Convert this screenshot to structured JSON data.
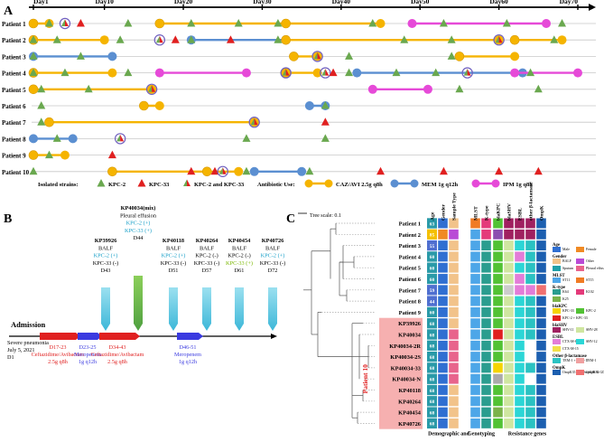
{
  "panels": {
    "a": "A",
    "b": "B",
    "c": "C"
  },
  "panel_a": {
    "days": [
      "Day1",
      "Day10",
      "Day20",
      "Day30",
      "Day40",
      "Day50",
      "Day60",
      "Day70"
    ],
    "patients": [
      "Patient 1",
      "Patient 2",
      "Patient 3",
      "Patient 4",
      "Patient 5",
      "Patient 6",
      "Patient 7",
      "Patient 8",
      "Patient 9",
      "Patient 10"
    ],
    "legend": {
      "strains_title": "Isolated strains:",
      "kpc2": "KPC-2",
      "kpc33": "KPC-33",
      "both": "KPC-2 and KPC-33",
      "abx_title": "Antibiotic Use:",
      "caz": "CAZ/AVI 2.5g q8h",
      "mem": "MEM 1g q12h",
      "ipm": "IPM 1g q8h"
    },
    "colors": {
      "kpc2": "#6aa84f",
      "kpc33": "#e02020",
      "caz": "#f5b400",
      "mem": "#5b8fd1",
      "ipm": "#e64ad8"
    },
    "rows": [
      {
        "bars": [
          [
            "caz",
            1,
            3
          ],
          [
            "caz",
            17,
            33
          ],
          [
            "caz",
            33,
            45
          ],
          [
            "ipm",
            49,
            66
          ]
        ],
        "markers": [
          [
            "kpc2",
            3
          ],
          [
            "both",
            5
          ],
          [
            "kpc33",
            7
          ],
          [
            "kpc2",
            13
          ],
          [
            "kpc2",
            21
          ],
          [
            "kpc2",
            27
          ],
          [
            "kpc2",
            32
          ],
          [
            "kpc2",
            44
          ],
          [
            "kpc2",
            53
          ],
          [
            "kpc2",
            61
          ],
          [
            "kpc2",
            68
          ]
        ]
      },
      {
        "bars": [
          [
            "caz",
            1,
            10
          ],
          [
            "mem",
            21,
            33
          ],
          [
            "caz",
            33,
            60
          ],
          [
            "caz",
            62,
            68
          ]
        ],
        "markers": [
          [
            "kpc2",
            1
          ],
          [
            "kpc2",
            4
          ],
          [
            "kpc2",
            12
          ],
          [
            "both",
            17
          ],
          [
            "kpc2",
            21
          ],
          [
            "kpc33",
            19
          ],
          [
            "kpc33",
            26
          ],
          [
            "kpc2",
            32
          ],
          [
            "kpc2",
            48
          ],
          [
            "kpc2",
            54
          ],
          [
            "both",
            60
          ],
          [
            "kpc2",
            67
          ]
        ]
      },
      {
        "bars": [
          [
            "mem",
            1,
            11
          ],
          [
            "caz",
            34,
            37
          ],
          [
            "caz",
            55,
            62
          ]
        ],
        "markers": [
          [
            "kpc2",
            1
          ],
          [
            "kpc2",
            7
          ],
          [
            "both",
            37
          ],
          [
            "kpc2",
            41
          ],
          [
            "kpc2",
            54
          ]
        ]
      },
      {
        "bars": [
          [
            "caz",
            1,
            11
          ],
          [
            "ipm",
            17,
            28
          ],
          [
            "caz",
            33,
            37
          ],
          [
            "mem",
            42,
            63
          ],
          [
            "ipm",
            62,
            70
          ]
        ],
        "markers": [
          [
            "kpc2",
            1
          ],
          [
            "kpc2",
            5
          ],
          [
            "kpc2",
            13
          ],
          [
            "both",
            33
          ],
          [
            "both",
            38
          ],
          [
            "kpc33",
            39
          ],
          [
            "kpc2",
            41
          ],
          [
            "kpc2",
            47
          ],
          [
            "kpc2",
            52
          ],
          [
            "both",
            56
          ],
          [
            "kpc2",
            64
          ]
        ]
      },
      {
        "bars": [
          [
            "caz",
            1,
            16
          ],
          [
            "ipm",
            44,
            51
          ]
        ],
        "markers": [
          [
            "kpc2",
            2
          ],
          [
            "kpc2",
            8
          ],
          [
            "both",
            16
          ],
          [
            "kpc2",
            55
          ],
          [
            "kpc2",
            65
          ]
        ]
      },
      {
        "bars": [
          [
            "caz",
            15,
            17
          ],
          [
            "mem",
            36,
            38
          ]
        ],
        "markers": [
          [
            "kpc2",
            2
          ],
          [
            "kpc2",
            38
          ]
        ]
      },
      {
        "bars": [
          [
            "caz",
            3,
            29
          ]
        ],
        "markers": [
          [
            "kpc2",
            2
          ],
          [
            "both",
            29
          ],
          [
            "kpc33",
            38
          ]
        ]
      },
      {
        "bars": [
          [
            "mem",
            1,
            6
          ]
        ],
        "markers": [
          [
            "kpc2",
            4
          ],
          [
            "both",
            12
          ],
          [
            "kpc2",
            28
          ],
          [
            "kpc2",
            38
          ]
        ]
      },
      {
        "bars": [
          [
            "caz",
            1,
            5
          ]
        ],
        "markers": [
          [
            "kpc2",
            3
          ],
          [
            "kpc33",
            11
          ]
        ]
      },
      {
        "bars": [
          [
            "caz",
            11,
            23
          ],
          [
            "caz",
            23,
            27
          ],
          [
            "mem",
            29,
            35
          ]
        ],
        "markers": [
          [
            "kpc2",
            1
          ],
          [
            "kpc33",
            21
          ],
          [
            "kpc33",
            24
          ],
          [
            "both",
            25
          ],
          [
            "kpc2",
            28
          ],
          [
            "kpc2",
            36
          ],
          [
            "kpc33",
            45
          ],
          [
            "kpc33",
            53
          ],
          [
            "kpc33",
            60
          ],
          [
            "kpc33",
            65
          ]
        ]
      }
    ]
  },
  "panel_b": {
    "admission_title": "Admission",
    "admission_lines": [
      "Severe pneumonia",
      "July 5, 2021",
      "D1"
    ],
    "isolates": [
      {
        "name": "KP39926",
        "source": "BALF",
        "kpc2": "KPC-2 (+)",
        "kpc33": "KPC-33 (-)",
        "day": "D43"
      },
      {
        "name": "KP40034(mix)",
        "source": "Pleural effusion",
        "kpc2": "KPC-2 (+)",
        "kpc33": "KPC-33 (+)",
        "day": "D44"
      },
      {
        "name": "KP40118",
        "source": "BALF",
        "kpc2": "KPC-2 (+)",
        "kpc33": "KPC-33 (-)",
        "day": "D51"
      },
      {
        "name": "KP40264",
        "source": "BALF",
        "kpc2": "KPC-2 (-)",
        "kpc33": "KPC-33 (-)",
        "day": "D57"
      },
      {
        "name": "KP40454",
        "source": "BALF",
        "kpc2": "KPC-2 (-)",
        "kpc33": "KPC-33 (+)",
        "day": "D61"
      },
      {
        "name": "KP40726",
        "source": "BALF",
        "kpc2": "KPC-2 (+)",
        "kpc33": "KPC-33 (-)",
        "day": "D72"
      }
    ],
    "treatments": [
      {
        "days": "D17-23",
        "drug": "Ceftazidime/Avibactam",
        "dose": "2.5g q8h"
      },
      {
        "days": "D23-25",
        "drug": "Meropenem",
        "dose": "1g q12h"
      },
      {
        "days": "D34-43",
        "drug": "Ceftazidime/Avibactam",
        "dose": "2.5g q8h"
      },
      {
        "days": "D46-51",
        "drug": "Meropenem",
        "dose": "1g q12h"
      }
    ]
  },
  "panel_c": {
    "tree_scale": "Tree scale: 0.1",
    "col_headers": [
      "Age",
      "Gender",
      "Sample Type",
      "MLST",
      "K-type",
      "blaKPC",
      "blaSHV",
      "ESBL",
      "other β-lactamase",
      "OmpK"
    ],
    "rows": [
      {
        "label": "Patient 1",
        "age": "63"
      },
      {
        "label": "Patient 2",
        "age": "85"
      },
      {
        "label": "Patient 3",
        "age": "55"
      },
      {
        "label": "Patient 4",
        "age": "60"
      },
      {
        "label": "Patient 5",
        "age": "60"
      },
      {
        "label": "Patient 6",
        "age": "60"
      },
      {
        "label": "Patient 7",
        "age": "59"
      },
      {
        "label": "Patient 8",
        "age": "44"
      },
      {
        "label": "Patient 9",
        "age": "60"
      },
      {
        "label": "KP39926",
        "age": "68"
      },
      {
        "label": "KP40034",
        "age": "68"
      },
      {
        "label": "KP40034-2R",
        "age": "68"
      },
      {
        "label": "KP40034-2S",
        "age": "68"
      },
      {
        "label": "KP40034-33",
        "age": "68"
      },
      {
        "label": "KP40034-N",
        "age": "68"
      },
      {
        "label": "KP40118",
        "age": "68"
      },
      {
        "label": "KP40264",
        "age": "68"
      },
      {
        "label": "KP40454",
        "age": "68"
      },
      {
        "label": "KP40726",
        "age": "68"
      }
    ],
    "patient10_label": "Patient 10",
    "group_labels": [
      "Demographic and clinical feature",
      "Genotyping",
      "Resistance genes"
    ],
    "legend": [
      {
        "head": "Age",
        "items": []
      },
      {
        "head": "",
        "items": [
          [
            "Male",
            "#2f6fd1"
          ],
          [
            "Female",
            "#f08a24"
          ]
        ]
      },
      {
        "head": "Gender",
        "items": [
          [
            "BALF",
            "#f2c38a"
          ],
          [
            "Other",
            "#b94bd6"
          ]
        ]
      },
      {
        "head": "",
        "items": [
          [
            "Sputum",
            "#1fa0a8"
          ],
          [
            "Pleural effusion",
            "#e8648c"
          ]
        ]
      },
      {
        "head": "MLST",
        "items": [
          [
            "ST11",
            "#4da6e8"
          ],
          [
            "ST15",
            "#f07b24"
          ]
        ]
      },
      {
        "head": "K-type",
        "items": [
          [
            "K64",
            "#2a9d8f"
          ],
          [
            "K102",
            "#e43a7a"
          ]
        ]
      },
      {
        "head": "",
        "items": [
          [
            "K25",
            "#7bb34a"
          ]
        ]
      },
      {
        "head": "blaKPC",
        "items": [
          [
            "KPC-33",
            "#f5d400"
          ],
          [
            "KPC-2",
            "#52c234"
          ]
        ]
      },
      {
        "head": "",
        "items": [
          [
            "KPC-2 + KPC-33",
            "#e02020"
          ]
        ]
      },
      {
        "head": "blaSHV",
        "items": [
          [
            "SHV-11",
            "#a02060"
          ],
          [
            "SHV-28",
            "#cfe6a0"
          ]
        ]
      },
      {
        "head": "ESBL",
        "items": [
          [
            "CTX-M-65",
            "#e37dd8"
          ],
          [
            "SHV-12",
            "#2bd6d6"
          ]
        ]
      },
      {
        "head": "",
        "items": [
          [
            "CTX-M-15",
            "#f2e04a"
          ]
        ]
      },
      {
        "head": "Other β-lactamase",
        "items": [
          [
            "TEM-1 + OXA-1",
            "#2ac2c2"
          ],
          [
            "TEM-1",
            "#f0a0a0"
          ]
        ]
      },
      {
        "head": "OmpK",
        "items": [
          [
            "OmpK35 Δ + OmpK36 G",
            "#1c5fb0"
          ],
          [
            "OmpK36 GD",
            "#f07070"
          ]
        ]
      }
    ]
  }
}
